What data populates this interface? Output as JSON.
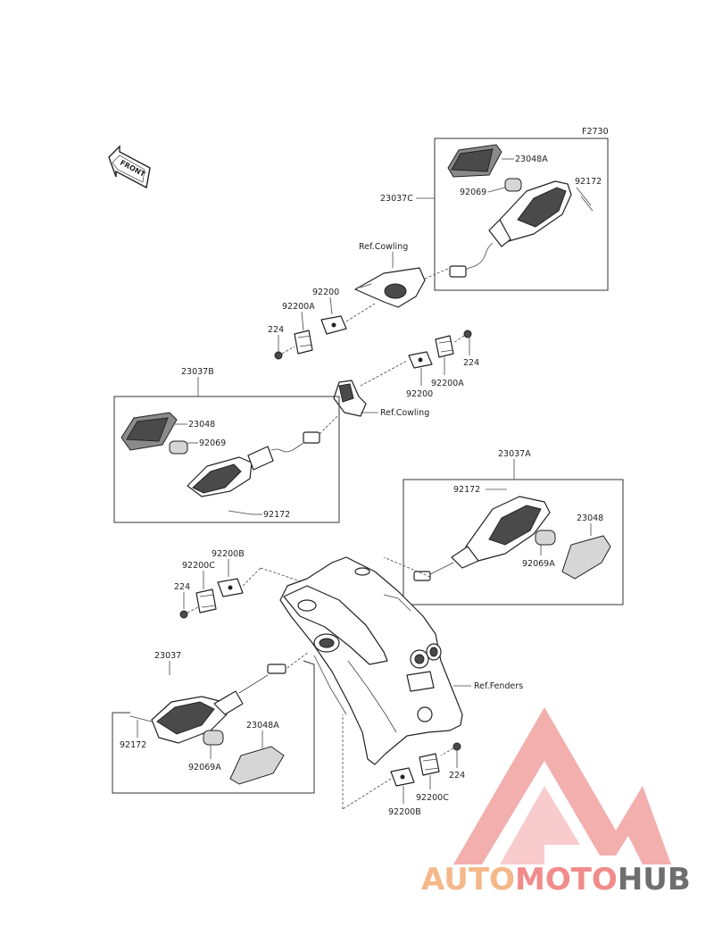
{
  "figure_code": "F2730",
  "front_label": "FRONT",
  "labels": {
    "l_23048A_top": "23048A",
    "l_92069_top": "92069",
    "l_92172_top": "92172",
    "l_23037C": "23037C",
    "l_refcowl_top": "Ref.Cowling",
    "l_92200_top": "92200",
    "l_92200A_top": "92200A",
    "l_224_top": "224",
    "l_224_right": "224",
    "l_92200A_right": "92200A",
    "l_92200_right": "92200",
    "l_refcowl_mid": "Ref.Cowling",
    "l_23037B": "23037B",
    "l_23048": "23048",
    "l_92069_left": "92069",
    "l_92172_left": "92172",
    "l_23037A": "23037A",
    "l_92172_right": "92172",
    "l_23048_right": "23048",
    "l_92069A_right": "92069A",
    "l_92200B_mid": "92200B",
    "l_92200C_mid": "92200C",
    "l_224_mid": "224",
    "l_23037": "23037",
    "l_23048A_bottom": "23048A",
    "l_92172_bottom": "92172",
    "l_92069A_bottom": "92069A",
    "l_reffenders": "Ref.Fenders",
    "l_224_bottom": "224",
    "l_92200C_bottom": "92200C",
    "l_92200B_bottom": "92200B"
  },
  "watermark": {
    "part1": "AUTO",
    "part2": "MOTO",
    "part3": "HUB",
    "colors": {
      "auto": "#f5b88a",
      "moto": "#f28b8b",
      "hub": "#6e6e6e",
      "triangle": "#f2a0a0"
    }
  }
}
